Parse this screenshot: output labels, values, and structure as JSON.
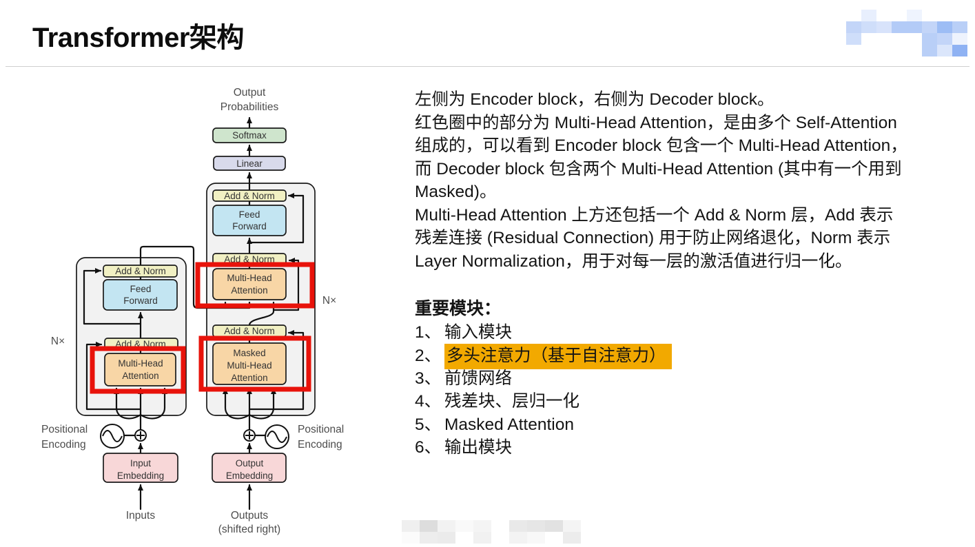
{
  "header": {
    "title": "Transformer架构"
  },
  "logo_mosaic": {
    "colors": [
      [
        "#ffffff",
        "#e8effd",
        "#ffffff",
        "#ffffff",
        "#eff4fe",
        "#ffffff",
        "#ffffff",
        "#ffffff"
      ],
      [
        "#c3d5f8",
        "#cfdefa",
        "#d8e3fb",
        "#b3cbf7",
        "#b3cbf7",
        "#c3d5f8",
        "#9dbdf5",
        "#b9cff7"
      ],
      [
        "#cfdefa",
        "#ffffff",
        "#ffffff",
        "#ffffff",
        "#ffffff",
        "#b9cff7",
        "#c3d5f8",
        "#eef3fd"
      ],
      [
        "#ffffff",
        "#ffffff",
        "#ffffff",
        "#ffffff",
        "#ffffff",
        "#b9cff7",
        "#dbe6fb",
        "#8fb2f3"
      ]
    ]
  },
  "footer_mosaic": {
    "colors": [
      [
        "#efefef",
        "#dddddd",
        "#f2f2f2",
        "#f9f9f9",
        "#f4f4f4",
        "#ffffff",
        "#e9e9e9",
        "#e6e6e6",
        "#e2e2e2",
        "#f4f4f4"
      ],
      [
        "#fbfbfb",
        "#ededed",
        "#ebebeb",
        "#ffffff",
        "#f1f1f1",
        "#ffffff",
        "#f3f3f3",
        "#f8f8f8",
        "#ffffff",
        "#ececec"
      ]
    ]
  },
  "diagram": {
    "output_probabilities": [
      "Output",
      "Probabilities"
    ],
    "softmax": "Softmax",
    "linear": "Linear",
    "add_norm": "Add & Norm",
    "feed_forward": [
      "Feed",
      "Forward"
    ],
    "multi_head_attention": [
      "Multi-Head",
      "Attention"
    ],
    "masked_multi_head_attention": [
      "Masked",
      "Multi-Head",
      "Attention"
    ],
    "input_embedding": [
      "Input",
      "Embedding"
    ],
    "output_embedding": [
      "Output",
      "Embedding"
    ],
    "inputs": "Inputs",
    "outputs": "Outputs",
    "shifted_right": "(shifted right)",
    "positional_encoding": [
      "Positional",
      "Encoding"
    ],
    "n_times": "N×"
  },
  "explanation": {
    "lines": [
      "左侧为 Encoder block，右侧为 Decoder block。",
      "红色圈中的部分为 Multi-Head Attention，是由多个 Self-Attention",
      "组成的，可以看到 Encoder block 包含一个 Multi-Head Attention，",
      "而 Decoder block 包含两个 Multi-Head Attention (其中有一个用到",
      "Masked)。",
      "Multi-Head Attention 上方还包括一个 Add & Norm 层，Add 表示",
      "残差连接 (Residual Connection) 用于防止网络退化，Norm 表示",
      "Layer Normalization，用于对每一层的激活值进行归一化。"
    ]
  },
  "modules": {
    "heading": "重要模块：",
    "items": [
      {
        "num": "1、",
        "text": "输入模块"
      },
      {
        "num": "2、",
        "text": "多头注意力（基于自注意力）",
        "highlight": true
      },
      {
        "num": "3、",
        "text": "前馈网络"
      },
      {
        "num": "4、",
        "text": "残差块、层归一化"
      },
      {
        "num": "5、",
        "text": " Masked Attention"
      },
      {
        "num": "6、",
        "text": "输出模块"
      }
    ]
  },
  "colors": {
    "softmax": "#cfe5cd",
    "linear": "#d8daeb",
    "add_norm": "#f1f0c3",
    "feed_forward": "#c3e5f2",
    "attention": "#f8d6a6",
    "embedding": "#f8d7d8",
    "container": "#f2f2f2",
    "highlight_red": "#e8130b",
    "list_highlight": "#f2a900"
  }
}
